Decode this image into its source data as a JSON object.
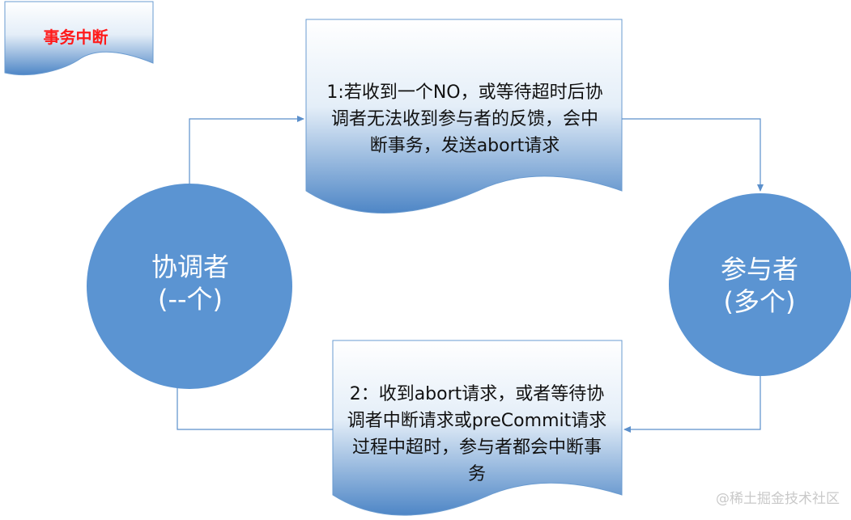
{
  "title": "事务中断",
  "nodes": {
    "coordinator": {
      "line1": "协调者",
      "line2": "(--个)"
    },
    "participant": {
      "line1": "参与者",
      "line2": "(多个)"
    }
  },
  "steps": {
    "step1": {
      "line1": "1:若收到一个NO，或等待超时后协",
      "line2": "调者无法收到参与者的反馈，会中",
      "line3": "断事务，发送abort请求"
    },
    "step2": {
      "line1": "2：收到abort请求，或者等待协",
      "line2": "调者中断请求或preCommit请求",
      "line3": "过程中超时，参与者都会中断事",
      "line4": "务"
    }
  },
  "watermark": "@稀土掘金技术社区",
  "colors": {
    "shape_fill_top": "#ffffff",
    "shape_fill_bottom": "#4e86c6",
    "circle_fill": "#5b94d2",
    "connector": "#5b8fcb",
    "title_text": "#ff1a1a"
  }
}
